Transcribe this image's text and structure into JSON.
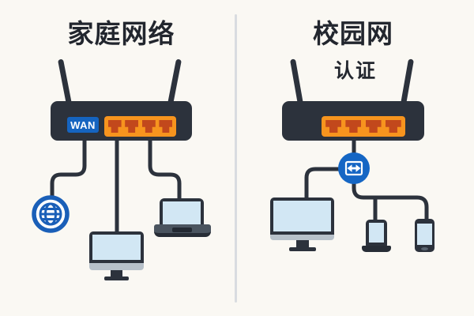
{
  "left_section": {
    "title": "家庭网络",
    "router": {
      "wan_label": "WAN",
      "lan_ports": 4,
      "antennas": 2
    },
    "connected_nodes": [
      "internet-globe",
      "desktop-computer",
      "laptop"
    ]
  },
  "right_section": {
    "title": "校园网",
    "auth_label": "认证",
    "router": {
      "lan_ports": 4,
      "antennas": 2
    },
    "auth_node": "authentication-portal",
    "connected_nodes": [
      "desktop-computer",
      "small-laptop",
      "smartphone"
    ]
  },
  "icons": {
    "internet": "globe-icon",
    "authentication": "bidirectional-arrow-portal-icon"
  },
  "colors": {
    "background": "#FAF8F3",
    "divider": "#D9DCE0",
    "device_dark": "#2C323C",
    "port_panel_orange": "#F7941E",
    "port_red_orange": "#C2481C",
    "wan_blue": "#1564C0",
    "globe_blue": "#1A5FB8",
    "auth_blue": "#1566C4",
    "screen_blue": "#D2E7F4",
    "monitor_chin_gray": "#B7C1CA",
    "laptop_base_gray": "#4A545F",
    "title_text": "#22262E"
  }
}
